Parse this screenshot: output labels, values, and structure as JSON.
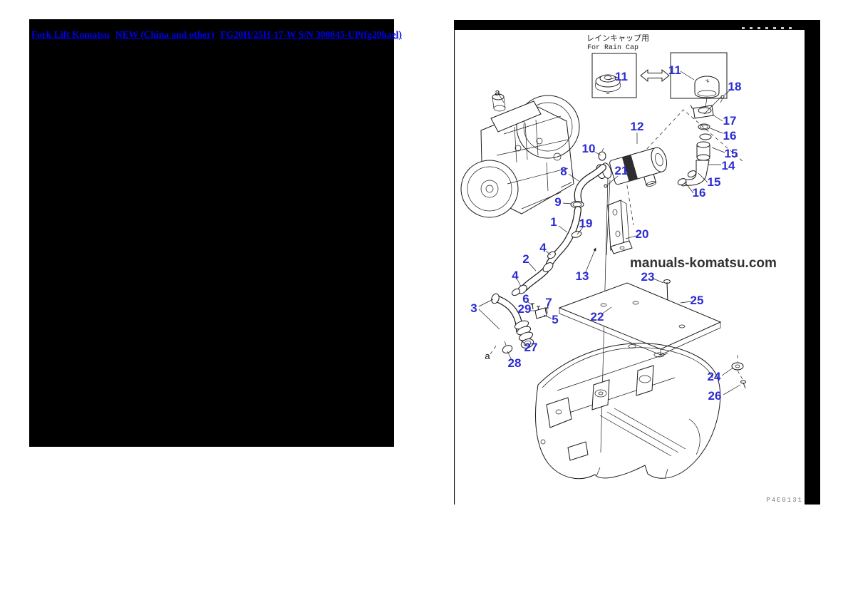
{
  "left_panel": {
    "links": [
      {
        "label": "Fork Lift Komatsu"
      },
      {
        "label": "NEW (China and other)"
      },
      {
        "label": "FG20H/25H-17-W S/N 308845-UP(fg20hael)"
      }
    ]
  },
  "diagram": {
    "header": {
      "rain_cap_ja": "レインキャップ用",
      "rain_cap_en": "For Rain Cap"
    },
    "watermark": "manuals-komatsu.com",
    "drawing_number": "P4E0131",
    "colors": {
      "callout": "#2b2bd2",
      "link": "#0000ee",
      "line_art": "#1a1a1a",
      "panel": "#000000"
    },
    "callouts": [
      {
        "label": "11"
      },
      {
        "label": "11"
      },
      {
        "label": "18"
      },
      {
        "label": "17"
      },
      {
        "label": "16"
      },
      {
        "label": "15"
      },
      {
        "label": "14"
      },
      {
        "label": "15"
      },
      {
        "label": "16"
      },
      {
        "label": "12"
      },
      {
        "label": "10"
      },
      {
        "label": "8"
      },
      {
        "label": "21"
      },
      {
        "label": "9"
      },
      {
        "label": "1"
      },
      {
        "label": "19"
      },
      {
        "label": "4"
      },
      {
        "label": "2"
      },
      {
        "label": "13"
      },
      {
        "label": "20"
      },
      {
        "label": "23"
      },
      {
        "label": "25"
      },
      {
        "label": "22"
      },
      {
        "label": "4"
      },
      {
        "label": "3"
      },
      {
        "label": "6"
      },
      {
        "label": "29"
      },
      {
        "label": "7"
      },
      {
        "label": "5"
      },
      {
        "label": "27"
      },
      {
        "label": "28"
      },
      {
        "label": "24"
      },
      {
        "label": "26"
      }
    ],
    "letters": [
      {
        "label": "a"
      },
      {
        "label": "a"
      }
    ]
  }
}
